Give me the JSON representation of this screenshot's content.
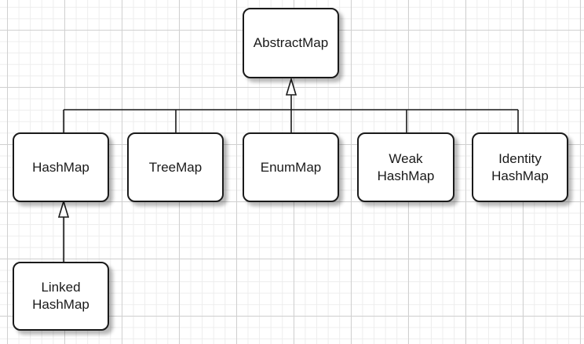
{
  "diagram": {
    "nodes": [
      {
        "id": "abstract-map",
        "label": "AbstractMap"
      },
      {
        "id": "hash-map",
        "label": "HashMap"
      },
      {
        "id": "tree-map",
        "label": "TreeMap"
      },
      {
        "id": "enum-map",
        "label": "EnumMap"
      },
      {
        "id": "weak-hash-map",
        "label": "Weak\nHashMap"
      },
      {
        "id": "identity-hash-map",
        "label": "Identity\nHashMap"
      },
      {
        "id": "linked-hash-map",
        "label": "Linked\nHashMap"
      }
    ],
    "edges": [
      {
        "from": "hash-map",
        "to": "abstract-map",
        "type": "inheritance"
      },
      {
        "from": "tree-map",
        "to": "abstract-map",
        "type": "inheritance"
      },
      {
        "from": "enum-map",
        "to": "abstract-map",
        "type": "inheritance"
      },
      {
        "from": "weak-hash-map",
        "to": "abstract-map",
        "type": "inheritance"
      },
      {
        "from": "identity-hash-map",
        "to": "abstract-map",
        "type": "inheritance"
      },
      {
        "from": "linked-hash-map",
        "to": "hash-map",
        "type": "inheritance"
      }
    ]
  }
}
